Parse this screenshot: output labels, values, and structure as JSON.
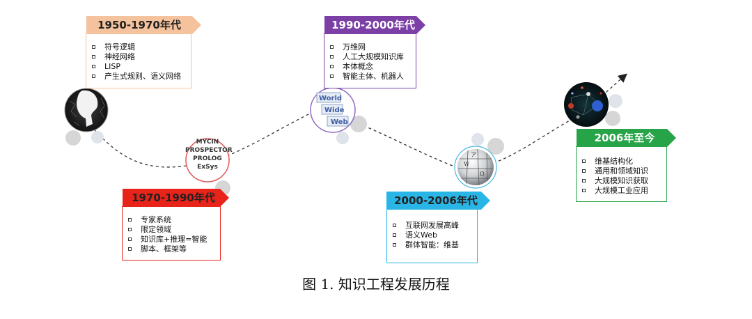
{
  "caption": "图 1. 知识工程发展历程",
  "eras": [
    {
      "label": "1950-1970年代",
      "color": "#f4c29c",
      "items": [
        "符号逻辑",
        "神经网络",
        "LISP",
        "产生式规则、语义网络"
      ]
    },
    {
      "label": "1970-1990年代",
      "color": "#e8231a",
      "items": [
        "专家系统",
        "限定领域",
        "知识库+推理=智能",
        "脚本、框架等"
      ]
    },
    {
      "label": "1990-2000年代",
      "color": "#7b3fa6",
      "items": [
        "万维网",
        "人工大规模知识库",
        "本体概念",
        "智能主体、机器人"
      ]
    },
    {
      "label": "2000-2006年代",
      "color": "#29b6e6",
      "items": [
        "互联网发展高峰",
        "语义Web",
        "群体智能：维基"
      ]
    },
    {
      "label": "2006年至今",
      "color": "#27a348",
      "items": [
        "维基结构化",
        "通用和领域知识",
        "大规模知识获取",
        "大规模工业应用"
      ]
    }
  ],
  "expert_systems": [
    "MYCIN",
    "PROSPECTOR",
    "PROLOG",
    "ExSys"
  ],
  "www_logo": [
    "World",
    "Wide",
    "Web"
  ]
}
